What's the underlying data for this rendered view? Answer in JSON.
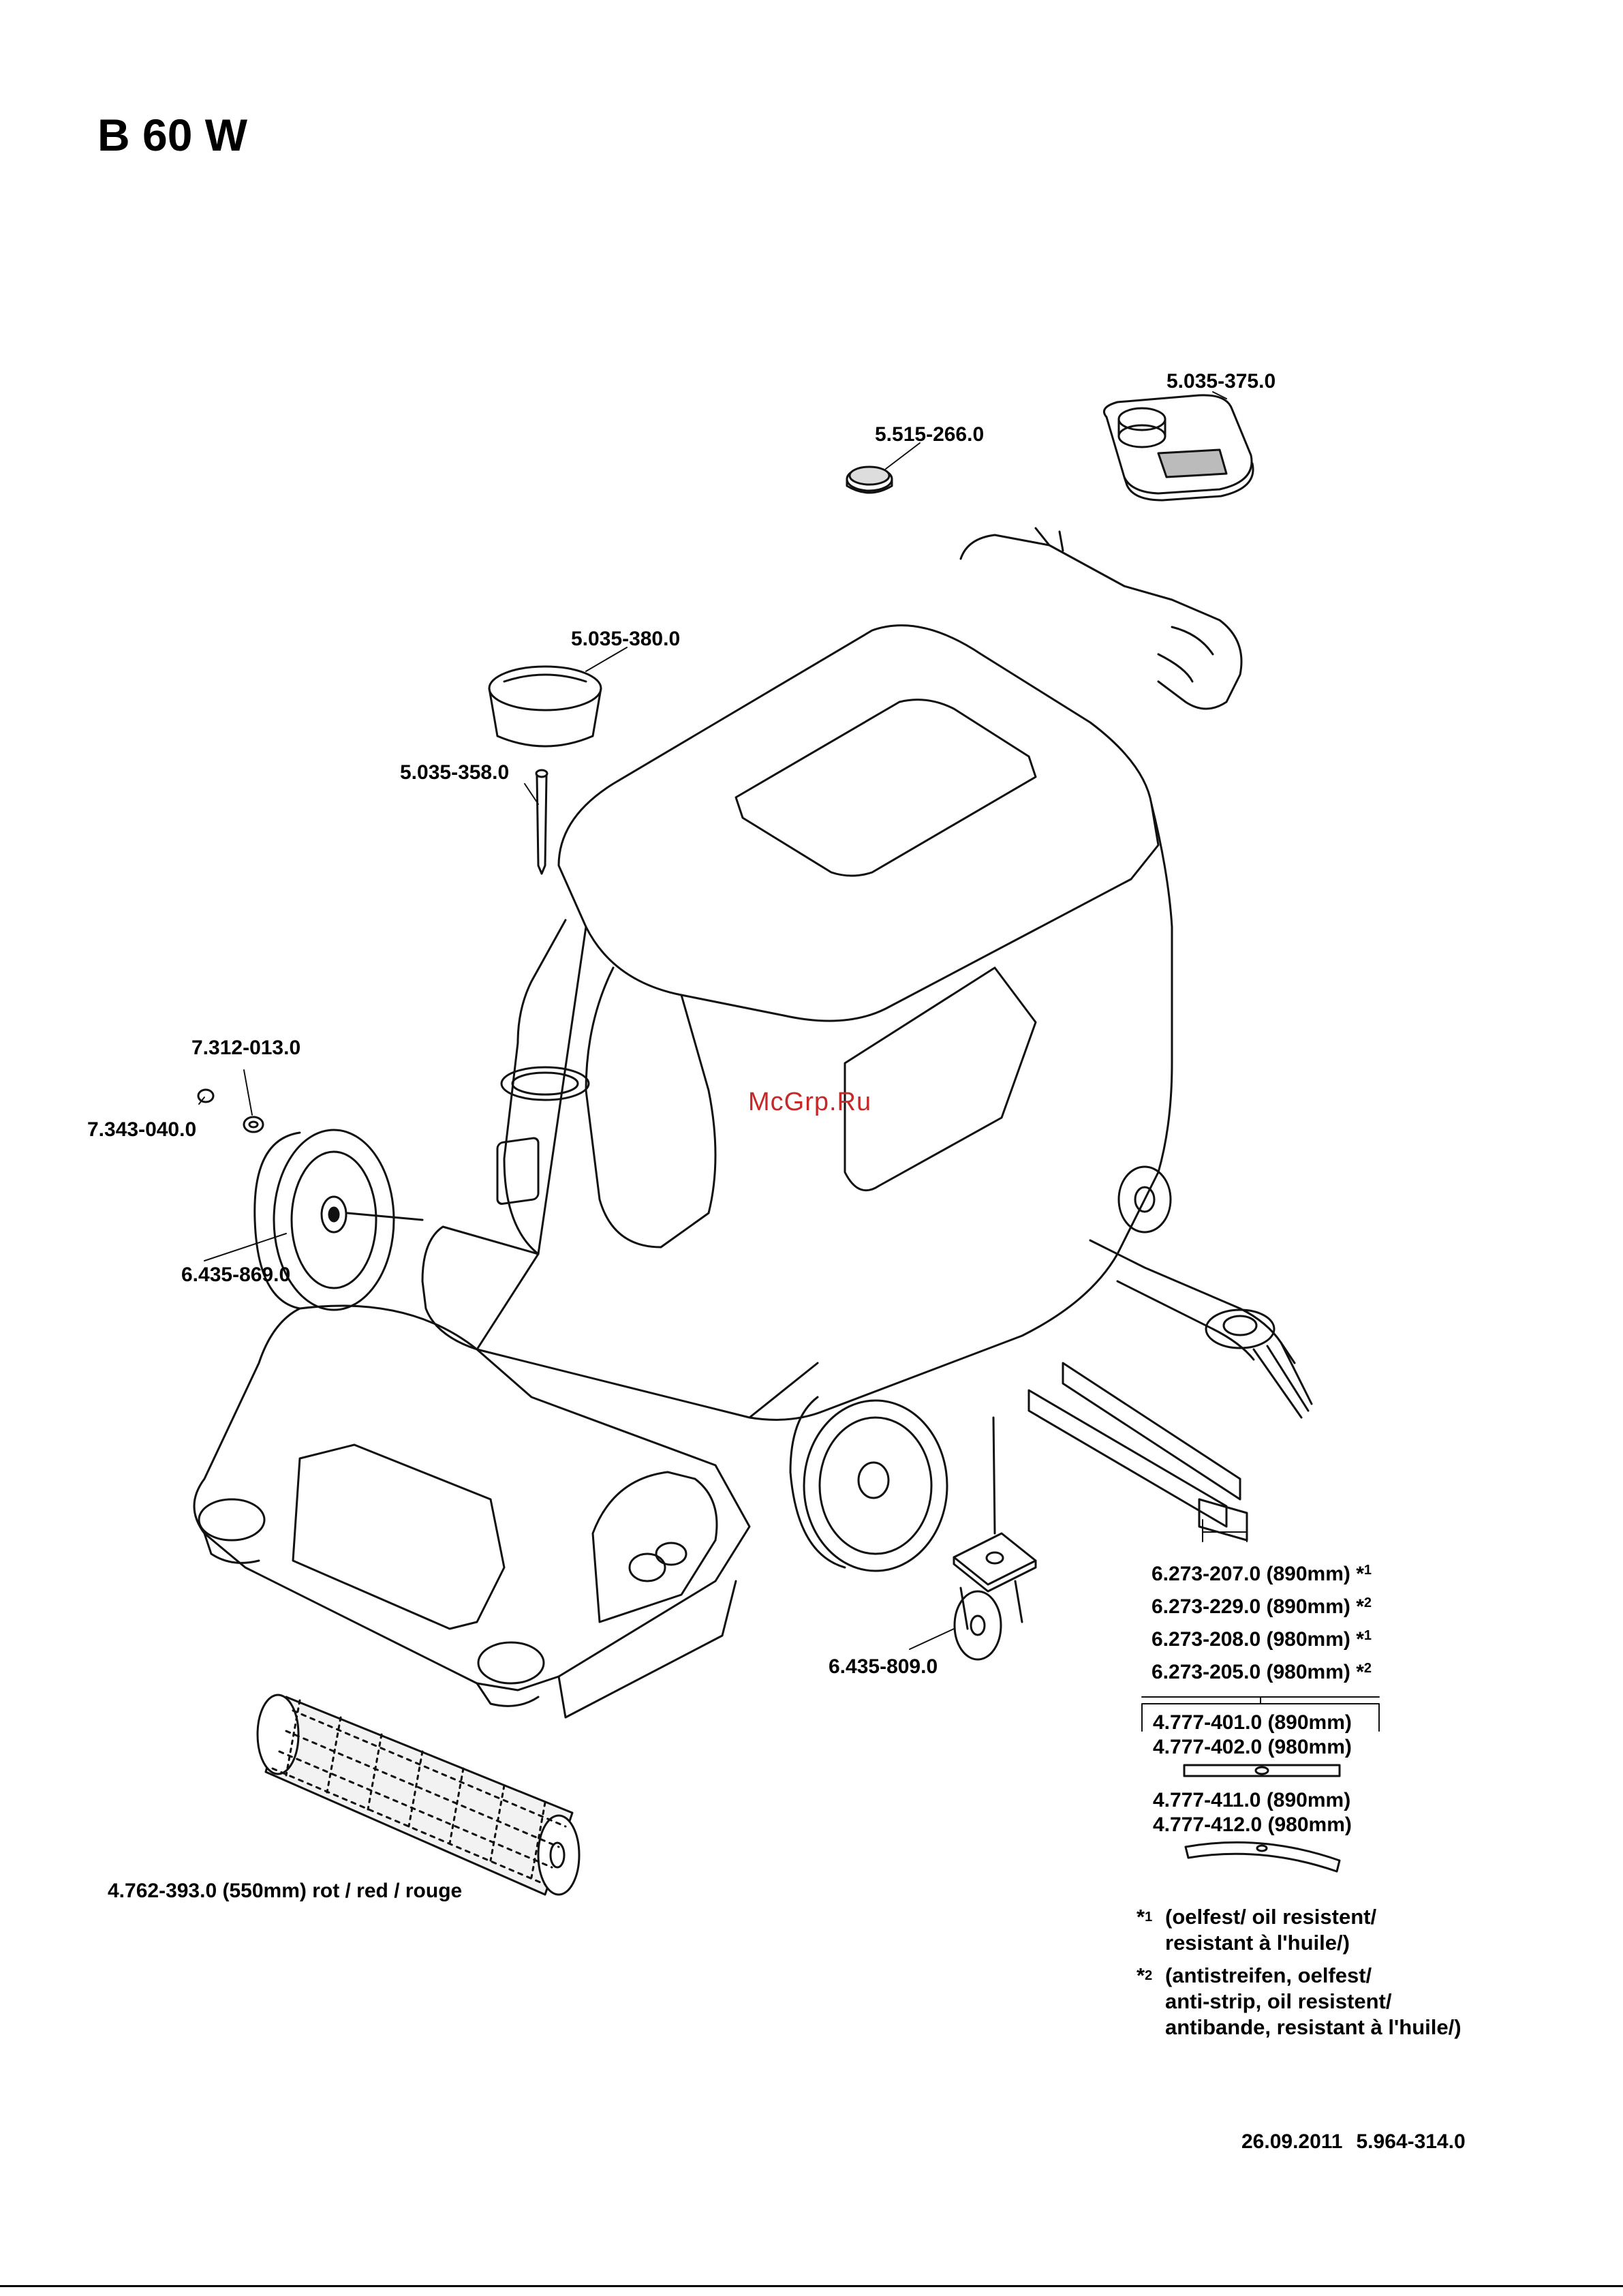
{
  "title": "B 60 W",
  "watermark": "McGrp.Ru",
  "parts": {
    "p5035375": "5.035-375.0",
    "p5515266": "5.515-266.0",
    "p5035380": "5.035-380.0",
    "p5035358": "5.035-358.0",
    "p7312013": "7.312-013.0",
    "p7343040": "7.343-040.0",
    "p6435869": "6.435-869.0",
    "p6435809": "6.435-809.0",
    "p4762393": "4.762-393.0 (550mm) rot / red / rouge",
    "p6273207": "6.273-207.0 (890mm)",
    "p6273229": "6.273-229.0 (890mm)",
    "p6273208": "6.273-208.0 (980mm)",
    "p6273205": "6.273-205.0 (980mm)",
    "p4777401": "4.777-401.0 (890mm)",
    "p4777402": "4.777-402.0 (980mm)",
    "p4777411": "4.777-411.0 (890mm)",
    "p4777412": "4.777-412.0 (980mm)"
  },
  "markers": {
    "star": "*",
    "one": "1",
    "two": "2"
  },
  "notes": {
    "n1_line1": "(oelfest/ oil resistent/",
    "n1_line2": "resistant à l'huile/)",
    "n2_line1": "(antistreifen, oelfest/",
    "n2_line2": "anti-strip, oil resistent/",
    "n2_line3": "antibande, resistant à l'huile/)"
  },
  "footer": {
    "date": "26.09.2011",
    "doc": "5.964-314.0"
  }
}
